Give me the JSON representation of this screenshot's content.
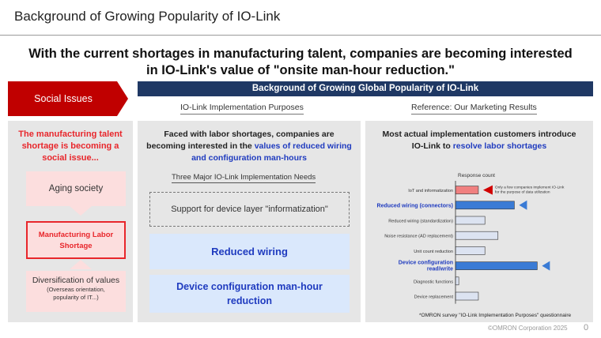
{
  "slide": {
    "title": "Background of Growing Popularity of IO-Link",
    "headline_1": "With the current shortages in manufacturing talent, companies are becoming interested",
    "headline_2": "in IO-Link's value of \"onsite man-hour reduction.\"",
    "copyright": "©OMRON Corporation 2025",
    "page_number": "0"
  },
  "social": {
    "tab_label": "Social Issues",
    "head_1": "The manufacturing talent",
    "head_2": "shortage is becoming a",
    "head_3": "social issue...",
    "aging": "Aging society",
    "mfg_1": "Manufacturing Labor",
    "mfg_2": "Shortage",
    "divers_1": "Diversification of values",
    "divers_2": "(Overseas orientation,",
    "divers_3": "popularity of IT...)"
  },
  "background": {
    "header": "Background of Growing Global Popularity of IO-Link",
    "purposes_title": "IO-Link Implementation Purposes",
    "reference_title": "Reference: Our Marketing Results"
  },
  "purposes": {
    "head_1": "Faced with labor shortages, companies are",
    "head_2a": "becoming interested in the ",
    "head_2b": "values of reduced wiring",
    "head_3": "and configuration man-hours",
    "needs_title": "Three Major IO-Link Implementation Needs",
    "need_1": "Support for device layer \"informatization\"",
    "need_2": "Reduced wiring",
    "need_3a": "Device configuration man-hour",
    "need_3b": "reduction"
  },
  "reference": {
    "head_1": "Most actual implementation customers introduce",
    "head_2a": "IO-Link to ",
    "head_2b": "resolve labor shortages",
    "survey_note": "*OMRON survey \"IO-Link Implementation Purposes\" questionnaire"
  },
  "colors": {
    "red": "#e8262b",
    "navy": "#1f3864",
    "accent_blue": "#1f3bbf",
    "bar_blue": "#3a7bd5",
    "bar_pale": "#dce3f1",
    "bar_red": "#f08080"
  },
  "chart_data": {
    "type": "bar",
    "orientation": "horizontal",
    "title": "Response count",
    "categories": [
      "IoT and informatization",
      "Reduced wiring (connectors)",
      "Reduced wiring (standardization)",
      "Noise resistance (AD replacement)",
      "Unit count reduction",
      "Device configuration read/write",
      "Diagnostic functions",
      "Device replacement"
    ],
    "values": [
      7,
      18,
      9,
      13,
      9,
      25,
      1,
      7
    ],
    "xlim": [
      0,
      30
    ],
    "highlight": [
      "normal",
      "blue",
      "normal",
      "normal",
      "normal",
      "blue",
      "normal",
      "normal"
    ],
    "red_bar": 0,
    "annotation_1": "Only a few companies implement IO-Link",
    "annotation_2": "for the purpose of data utilization",
    "label_5a": "Device configuration",
    "label_5b": "read/write"
  }
}
